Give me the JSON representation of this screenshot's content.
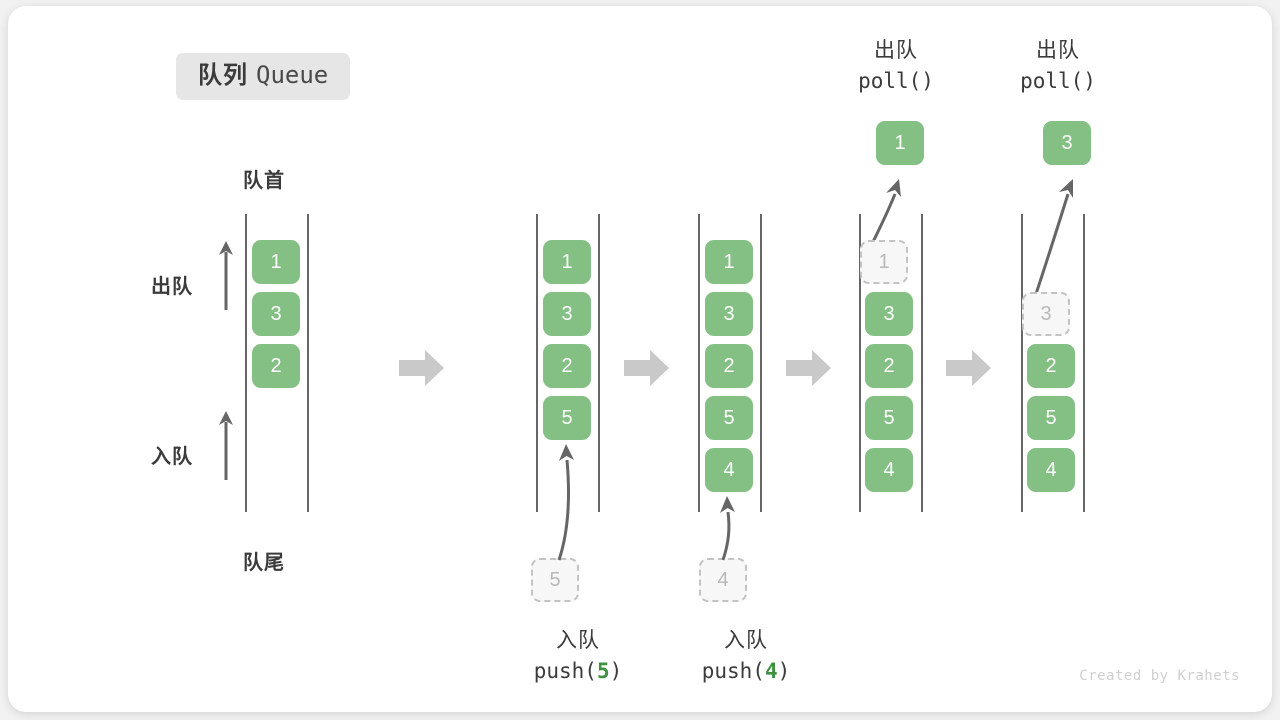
{
  "title": {
    "cn": "队列",
    "en": "Queue"
  },
  "labels": {
    "front": "队首",
    "rear": "队尾",
    "dequeue": "出队",
    "enqueue": "入队"
  },
  "watermark": "Created by Krahets",
  "colors": {
    "element": "#84bf84",
    "element_text": "#ffffff",
    "ghost_fill": "#f7f7f7",
    "ghost_border": "#c3c3c3",
    "ghost_text": "#b9b9b9",
    "rail": "#666666",
    "arrow": "#666666",
    "separator": "#c9c9c9",
    "badge_bg": "#e6e6e6",
    "text": "#3b3b3b",
    "accent_green": "#3f9142",
    "watermark": "#d0d0d0"
  },
  "side_arrows": [
    {
      "name": "dequeue",
      "label": "出队",
      "direction": "up"
    },
    {
      "name": "enqueue",
      "label": "入队",
      "direction": "up"
    }
  ],
  "stages": [
    {
      "id": "initial",
      "caption_top": null,
      "caption_bottom": null,
      "items": [
        {
          "value": "1",
          "state": "filled"
        },
        {
          "value": "3",
          "state": "filled"
        },
        {
          "value": "2",
          "state": "filled"
        }
      ],
      "incoming": null,
      "outgoing": null
    },
    {
      "id": "after-push-5",
      "caption_top": null,
      "caption_bottom": {
        "line1": "入队",
        "fn": "push(",
        "arg": "5",
        "close": ")"
      },
      "items": [
        {
          "value": "1",
          "state": "filled"
        },
        {
          "value": "3",
          "state": "filled"
        },
        {
          "value": "2",
          "state": "filled"
        },
        {
          "value": "5",
          "state": "filled"
        }
      ],
      "incoming": {
        "value": "5",
        "state": "ghost"
      },
      "outgoing": null
    },
    {
      "id": "after-push-4",
      "caption_top": null,
      "caption_bottom": {
        "line1": "入队",
        "fn": "push(",
        "arg": "4",
        "close": ")"
      },
      "items": [
        {
          "value": "1",
          "state": "filled"
        },
        {
          "value": "3",
          "state": "filled"
        },
        {
          "value": "2",
          "state": "filled"
        },
        {
          "value": "5",
          "state": "filled"
        },
        {
          "value": "4",
          "state": "filled"
        }
      ],
      "incoming": {
        "value": "4",
        "state": "ghost"
      },
      "outgoing": null
    },
    {
      "id": "after-poll-1",
      "caption_top": {
        "line1": "出队",
        "line2": "poll()"
      },
      "caption_bottom": null,
      "items": [
        {
          "value": "1",
          "state": "ghost"
        },
        {
          "value": "3",
          "state": "filled"
        },
        {
          "value": "2",
          "state": "filled"
        },
        {
          "value": "5",
          "state": "filled"
        },
        {
          "value": "4",
          "state": "filled"
        }
      ],
      "incoming": null,
      "outgoing": {
        "value": "1",
        "state": "filled"
      }
    },
    {
      "id": "after-poll-3",
      "caption_top": {
        "line1": "出队",
        "line2": "poll()"
      },
      "caption_bottom": null,
      "items": [
        {
          "value": "",
          "state": "empty"
        },
        {
          "value": "3",
          "state": "ghost"
        },
        {
          "value": "2",
          "state": "filled"
        },
        {
          "value": "5",
          "state": "filled"
        },
        {
          "value": "4",
          "state": "filled"
        }
      ],
      "incoming": null,
      "outgoing": {
        "value": "3",
        "state": "filled"
      }
    }
  ],
  "separators": [
    {
      "name": "separator-1"
    },
    {
      "name": "separator-2"
    },
    {
      "name": "separator-3"
    },
    {
      "name": "separator-4"
    }
  ]
}
